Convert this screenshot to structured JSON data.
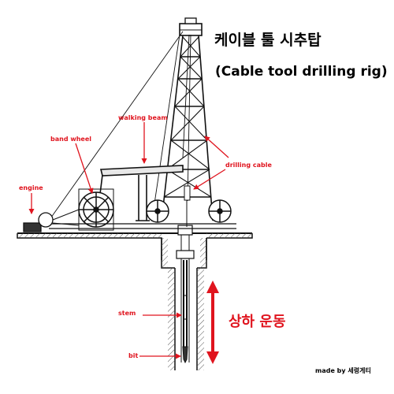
{
  "title": {
    "korean": "케이블 툴 시추탑",
    "english": "(Cable tool drilling rig)"
  },
  "labels": {
    "band_wheel": "band wheel",
    "walking_beam": "walking beam",
    "engine": "engine",
    "drilling_cable": "drilling cable",
    "stem": "stem",
    "bit": "bit"
  },
  "motion_label": "상하 운동",
  "credit": "made by 세령게티",
  "colors": {
    "annotation": "#e0141e",
    "drawing": "#111111",
    "background": "#ffffff"
  }
}
